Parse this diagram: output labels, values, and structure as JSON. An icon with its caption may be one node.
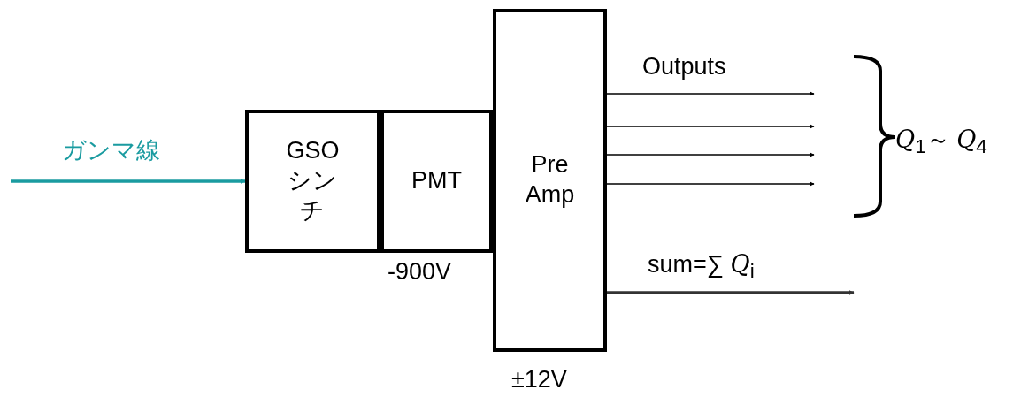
{
  "diagram": {
    "nodes": [
      {
        "text": [
          "GSO シンチ"
        ]
      },
      {
        "text": [
          "PMT"
        ],
        "beside": [
          "-900V"
        ]
      },
      {
        "text": [
          "Pre Amp"
        ],
        "beside": [
          "±12V"
        ]
      }
    ],
    "edges": [
      {
        "from": null,
        "to": 0,
        "arrow": "to",
        "label": "ガンマ線",
        "color": "#1a9ba0",
        "style": "thick"
      },
      {
        "from": 2,
        "to": null,
        "arrow": "to"
      },
      {
        "from": 2,
        "to": null,
        "arrow": "to"
      },
      {
        "from": 2,
        "to": null,
        "arrow": "to"
      },
      {
        "from": 2,
        "to": null,
        "arrow": "to"
      },
      {
        "from": 2,
        "to": null,
        "arrow": "to",
        "label": "sum=∑ *Q*$_{i}$",
        "color": "#333333",
        "style": "thick"
      }
    ],
    "labels": [
      "Outputs",
      "*Q*$_{1}$～ *Q*$_{4}$"
    ]
  }
}
